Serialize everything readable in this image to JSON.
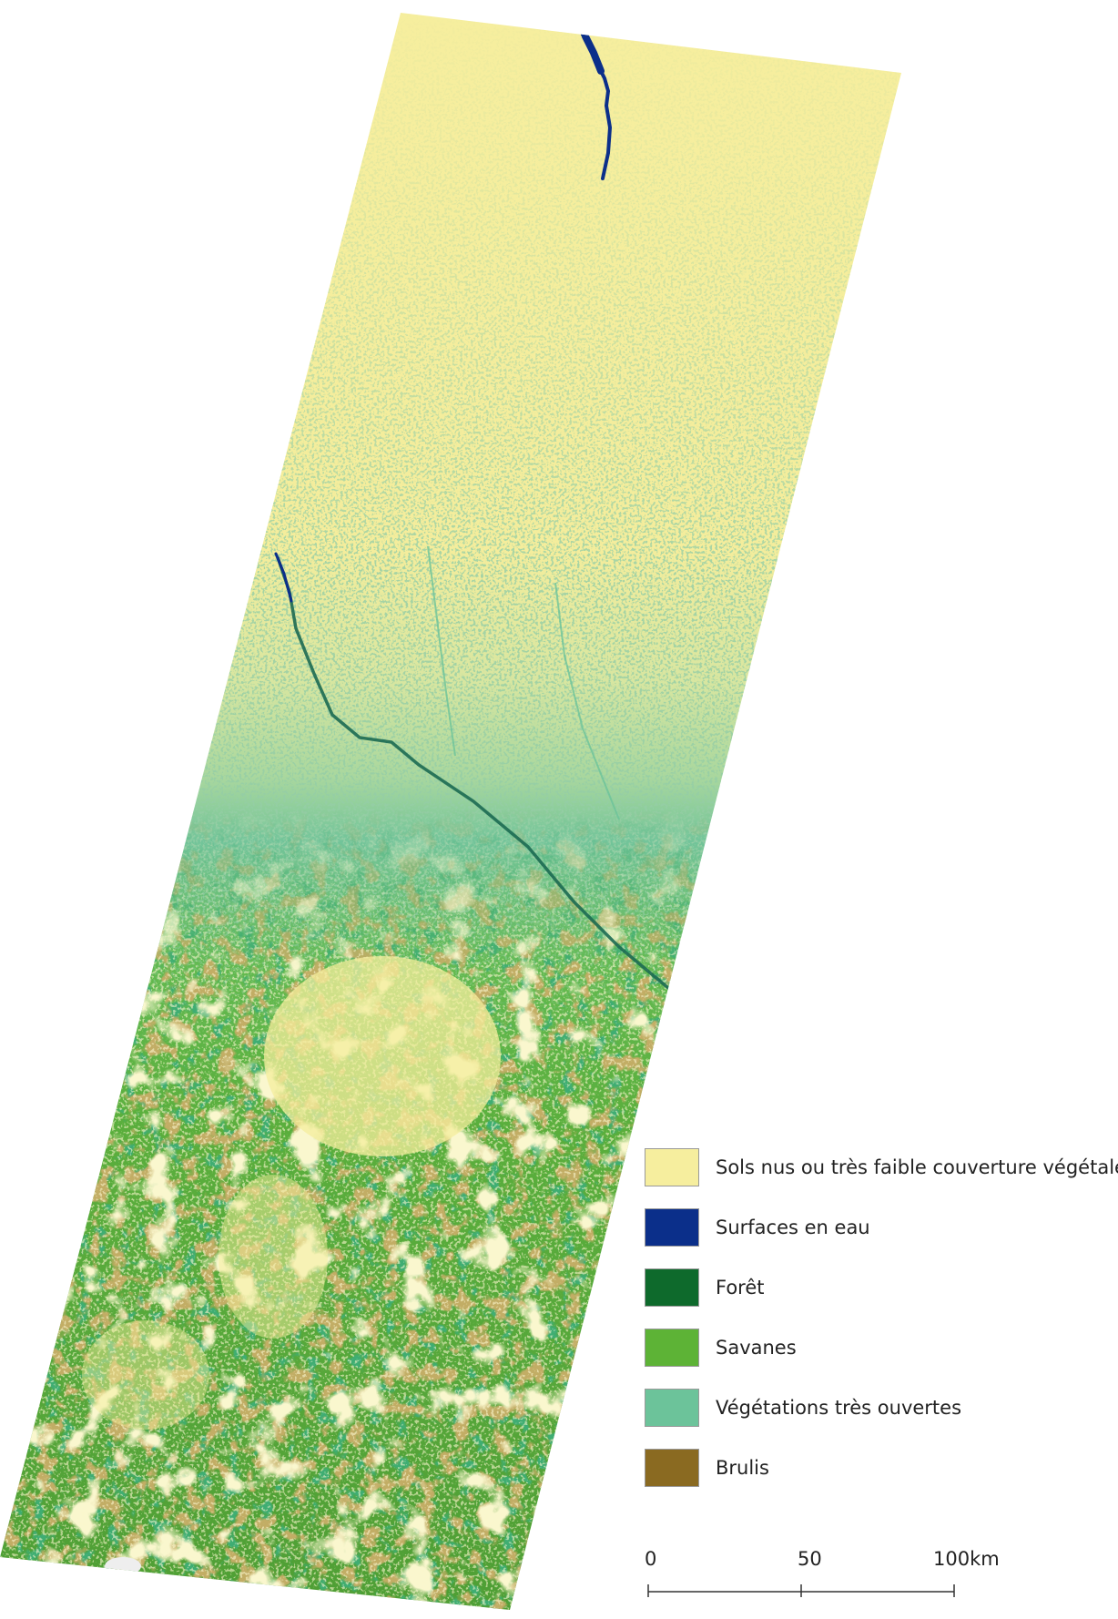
{
  "legend": {
    "items": [
      {
        "label": "Sols nus ou très faible couverture végétale",
        "color": "#F6EE9E"
      },
      {
        "label": "Surfaces en eau",
        "color": "#0B2F8A"
      },
      {
        "label": "Forêt",
        "color": "#0E6A2C"
      },
      {
        "label": "Savanes",
        "color": "#5DB336"
      },
      {
        "label": "Végétations très ouvertes",
        "color": "#6CC39A"
      },
      {
        "label": "Brulis",
        "color": "#8A6A21"
      }
    ]
  },
  "scale_bar": {
    "ticks": [
      "0",
      "50",
      "100km"
    ]
  }
}
